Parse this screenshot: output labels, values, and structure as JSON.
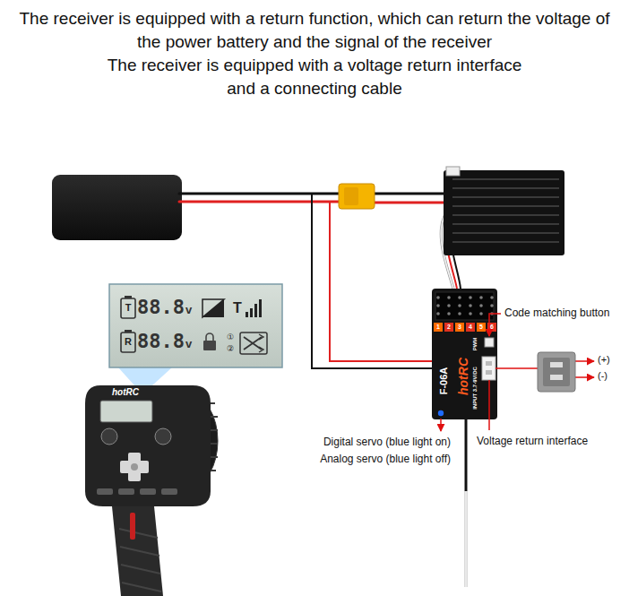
{
  "diagram": {
    "title": "The receiver is equipped with a return function, which can return the voltage of the power battery and the signal of the receiver",
    "nodes": [
      {
        "text": [
          "F-06A",
          "hotRC"
        ]
      }
    ],
    "labels": [
      "The receiver is equipped with a voltage return interface and a connecting cable",
      "T",
      "88.8",
      "v",
      "T",
      "R",
      "88.8",
      "v",
      "①",
      "②",
      "hotRC",
      "1",
      "2",
      "3",
      "4",
      "5",
      "6",
      "PWM",
      "INPUT 3.7-9V/DC",
      "Code matching button",
      "(+)",
      "(-)",
      "Digital servo (blue light on)",
      "Analog servo (blue light off)",
      "Voltage return interface"
    ]
  }
}
